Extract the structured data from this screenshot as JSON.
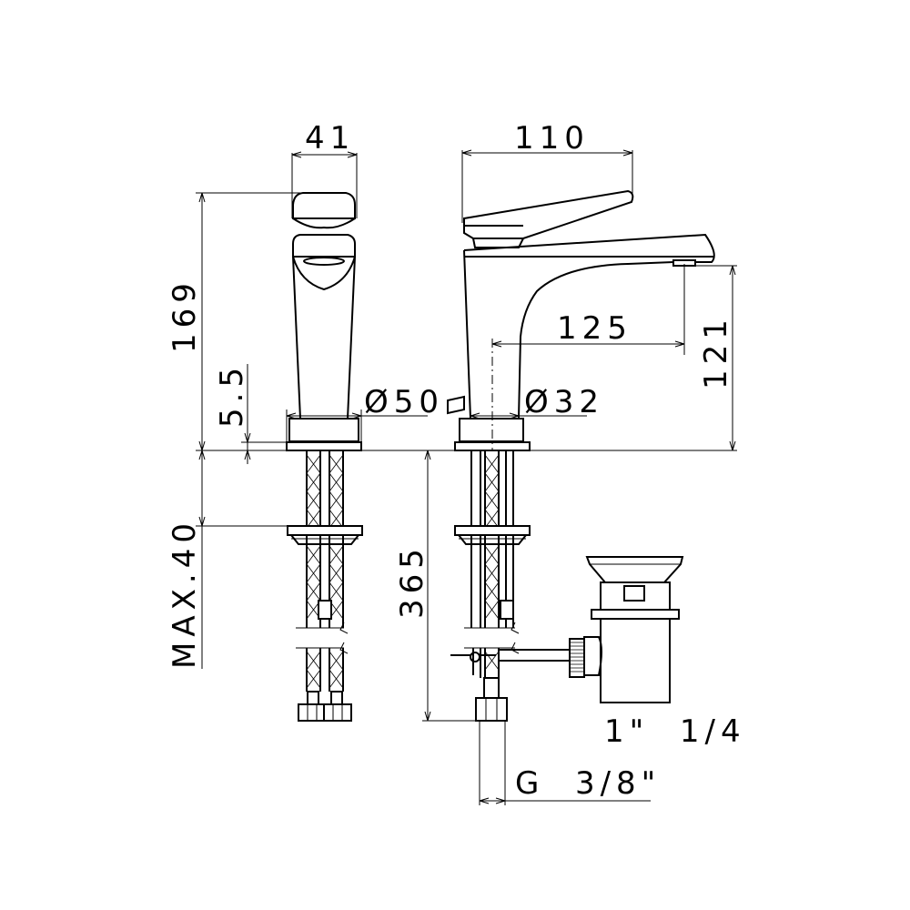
{
  "dimensions": {
    "width_front": "41",
    "width_side": "110",
    "height_total": "169",
    "base_thickness": "5.5",
    "max_deck": "MAX.40",
    "base_diameter": "Ø50",
    "spout_diameter": "Ø32",
    "spout_reach": "125",
    "spout_height": "121",
    "hose_length": "365",
    "waste_size": "1\"  1/4",
    "connection": "G  3/8\""
  }
}
